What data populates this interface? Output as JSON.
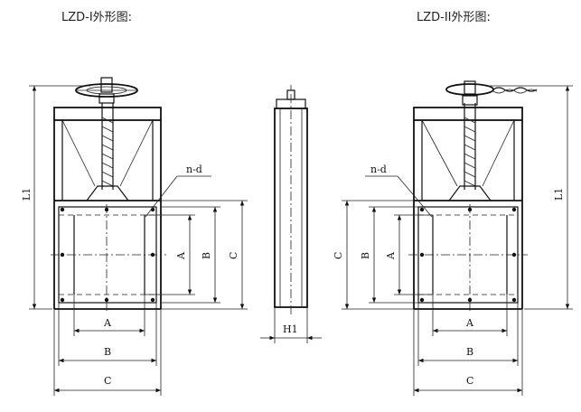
{
  "titles": {
    "left": "LZD-I外形图:",
    "right": "LZD-II外形图:"
  },
  "labels": {
    "a": "A",
    "b": "B",
    "c": "C",
    "l1": "L1",
    "h1": "H1",
    "nd": "n-d"
  }
}
